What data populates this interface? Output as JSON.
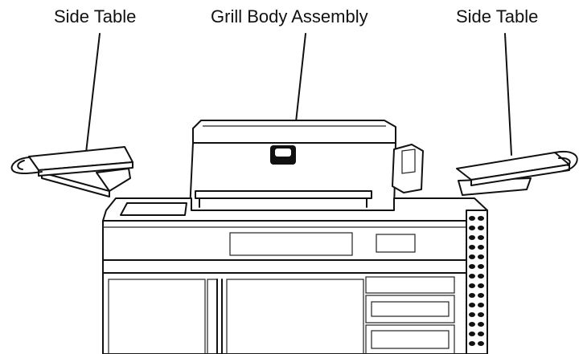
{
  "labels": {
    "side_table_left": "Side Table",
    "grill_body": "Grill Body Assembly",
    "side_table_right": "Side Table"
  },
  "colors": {
    "line": "#111111",
    "background": "#ffffff"
  }
}
